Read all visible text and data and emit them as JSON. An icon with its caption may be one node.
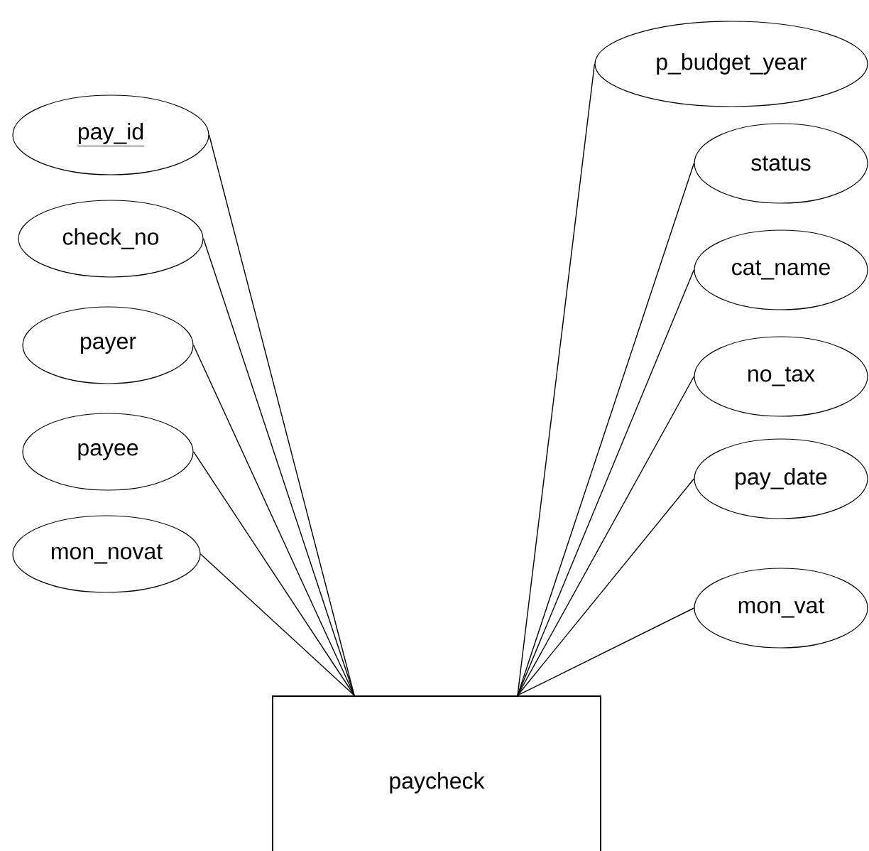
{
  "diagram": {
    "nodes": [
      {
        "text": [
          "pay_id"
        ]
      },
      {
        "text": [
          "check_no"
        ]
      },
      {
        "text": [
          "payer"
        ]
      },
      {
        "text": [
          "payee"
        ]
      },
      {
        "text": [
          "mon_novat"
        ]
      },
      {
        "text": [
          "p_budget_year"
        ]
      },
      {
        "text": [
          "status"
        ]
      },
      {
        "text": [
          "cat_name"
        ]
      },
      {
        "text": [
          "no_tax"
        ]
      },
      {
        "text": [
          "pay_date"
        ]
      },
      {
        "text": [
          "mon_vat"
        ]
      },
      {
        "text": [
          "paycheck"
        ]
      }
    ],
    "edges": [
      {
        "from": 0,
        "to": 11,
        "arrow": "none"
      },
      {
        "from": 1,
        "to": 11,
        "arrow": "none"
      },
      {
        "from": 2,
        "to": 11,
        "arrow": "none"
      },
      {
        "from": 3,
        "to": 11,
        "arrow": "none"
      },
      {
        "from": 4,
        "to": 11,
        "arrow": "none"
      },
      {
        "from": 5,
        "to": 11,
        "arrow": "none"
      },
      {
        "from": 6,
        "to": 11,
        "arrow": "none"
      },
      {
        "from": 7,
        "to": 11,
        "arrow": "none"
      },
      {
        "from": 8,
        "to": 11,
        "arrow": "none"
      },
      {
        "from": 9,
        "to": 11,
        "arrow": "none"
      },
      {
        "from": 10,
        "to": 11,
        "arrow": "none"
      }
    ]
  }
}
